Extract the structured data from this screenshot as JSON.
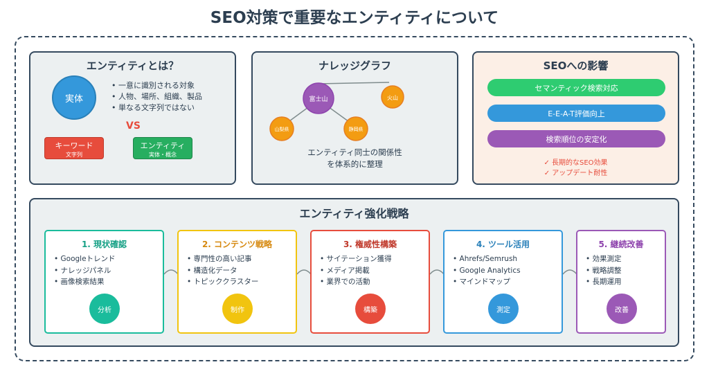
{
  "title": "SEO対策で重要なエンティティについて",
  "entity_card": {
    "title": "エンティティとは？",
    "circle": "実体",
    "bullets": [
      "• 一意に識別される対象",
      "• 人物、場所、組織、製品",
      "• 単なる文字列ではない"
    ],
    "vs": "VS",
    "keyword": {
      "label": "キーワード",
      "sub": "文字列"
    },
    "entity": {
      "label": "エンティティ",
      "sub": "実体・概念"
    }
  },
  "graph_card": {
    "title": "ナレッジグラフ",
    "nodes": [
      {
        "label": "富士山",
        "color": "#9b59b6",
        "stroke": "#8e44ad"
      },
      {
        "label": "火山",
        "color": "#f39c12",
        "stroke": "#e67e22"
      },
      {
        "label": "山梨県",
        "color": "#f39c12",
        "stroke": "#e67e22"
      },
      {
        "label": "静岡県",
        "color": "#f39c12",
        "stroke": "#e67e22"
      }
    ],
    "caption_1": "エンティティ同士の関係性",
    "caption_2": "を体系的に整理"
  },
  "seo_card": {
    "title": "SEOへの影響",
    "pills": [
      {
        "label": "セマンティック検索対応",
        "color": "#2ecc71"
      },
      {
        "label": "E-E-A-T評価向上",
        "color": "#3498db"
      },
      {
        "label": "検索順位の安定化",
        "color": "#9b59b6"
      }
    ],
    "checks": [
      "✓ 長期的なSEO効果",
      "✓ アップデート耐性"
    ]
  },
  "strategy": {
    "title": "エンティティ強化戦略",
    "steps": [
      {
        "title": "1. 現状確認",
        "items": [
          "• Googleトレンド",
          "• ナレッジパネル",
          "• 画像検索結果"
        ],
        "circle": "分析",
        "color": "#1abc9c"
      },
      {
        "title": "2. コンテンツ戦略",
        "items": [
          "• 専門性の高い記事",
          "• 構造化データ",
          "• トピッククラスター"
        ],
        "circle": "制作",
        "color": "#f1c40f"
      },
      {
        "title": "3. 権威性構築",
        "items": [
          "• サイテーション獲得",
          "• メディア掲載",
          "• 業界での活動"
        ],
        "circle": "構築",
        "color": "#e74c3c"
      },
      {
        "title": "4. ツール活用",
        "items": [
          "• Ahrefs/Semrush",
          "• Google Analytics",
          "• マインドマップ"
        ],
        "circle": "測定",
        "color": "#3498db"
      },
      {
        "title": "5. 継続改善",
        "items": [
          "• 効果測定",
          "• 戦略調整",
          "• 長期運用"
        ],
        "circle": "改善",
        "color": "#9b59b6"
      }
    ]
  },
  "colors": {
    "keyword_box": "#e74c3c",
    "entity_box": "#27ae60",
    "step3_title": "#c0392b",
    "step4_title": "#2980b9",
    "step5_title": "#8e44ad",
    "step1_title": "#16a085",
    "step2_title": "#d68910"
  }
}
